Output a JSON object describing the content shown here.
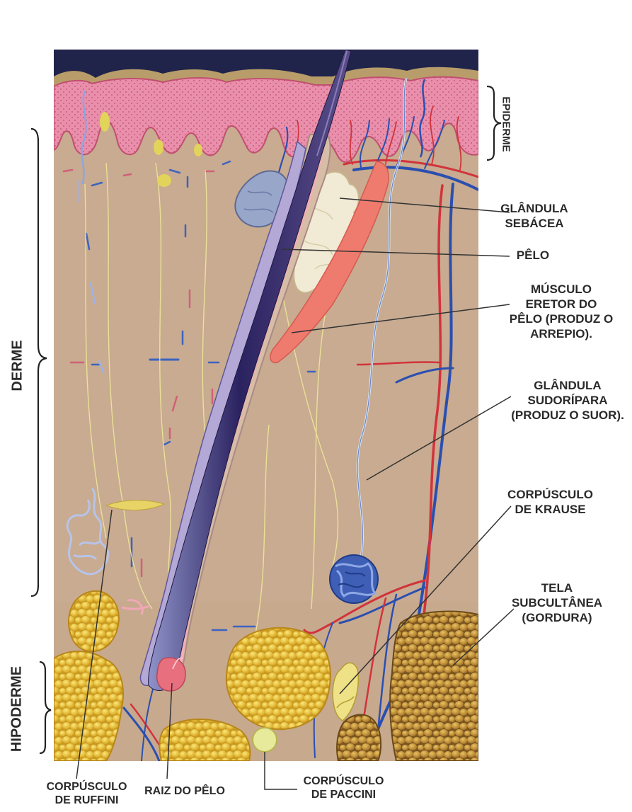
{
  "layers": {
    "epiderme": "EPIDERME",
    "derme": "DERME",
    "hipoderme": "HIPODERME"
  },
  "labels": {
    "glandula_sebacea": [
      "GLÂNDULA",
      "SEBÁCEA"
    ],
    "pelo": [
      "PÊLO"
    ],
    "musculo_eretor": [
      "MÚSCULO",
      "ERETOR DO",
      "PÊLO (PRODUZ O",
      "ARREPIO)."
    ],
    "glandula_sudoripara": [
      "GLÂNDULA",
      "SUDORÍPARA",
      "(PRODUZ O SUOR)."
    ],
    "corpusculo_krause": [
      "CORPÚSCULO",
      "DE KRAUSE"
    ],
    "tela_subcutanea": [
      "TELA",
      "SUBCULTÂNEA",
      "(GORDURA)"
    ],
    "corpusculo_ruffini": [
      "CORPÚSCULO",
      "DE RUFFINI"
    ],
    "raiz_pelo": [
      "RAIZ DO PÊLO"
    ],
    "corpusculo_paccini": [
      "CORPÚSCULO",
      "DE PACCINI"
    ]
  },
  "colors": {
    "dermis": "#c9ad91",
    "epidermis": "#e58aa6",
    "stratum_corneum": "#b8a070",
    "sky": "#22264a",
    "fat": "#e8c23a",
    "artery": "#d2333b",
    "vein": "#2b4fb0",
    "hair": "#3a2f6a",
    "muscle": "#ee7468",
    "leader": "#333333"
  }
}
